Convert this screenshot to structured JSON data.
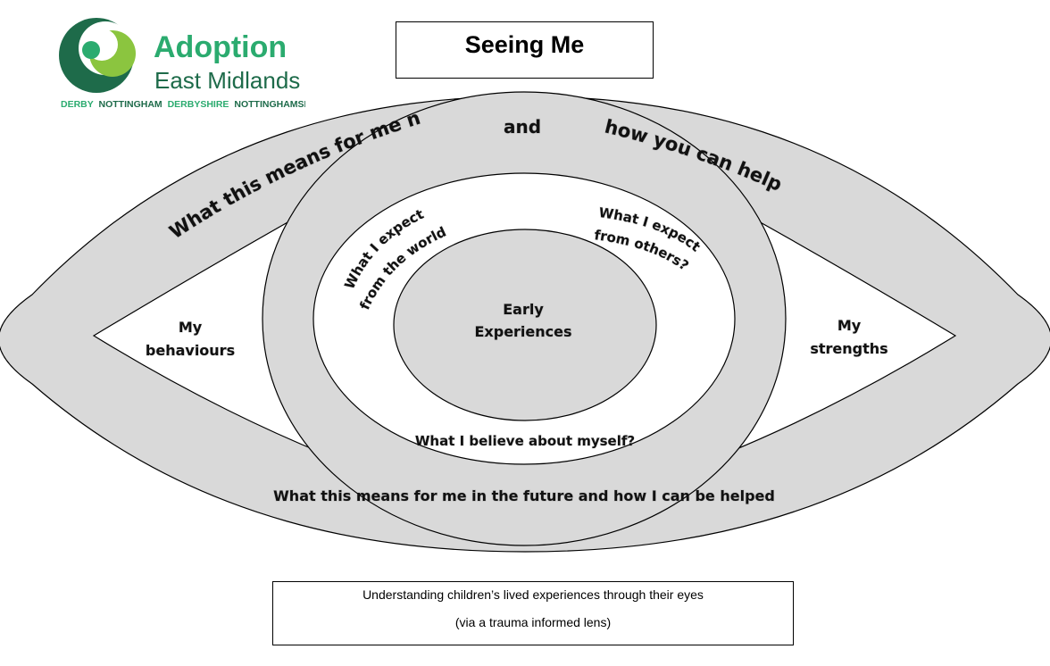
{
  "logo": {
    "name_line1": "Adoption",
    "name_line2": "East Midlands",
    "areas": [
      "DERBY",
      "NOTTINGHAM",
      "DERBYSHIRE",
      "NOTTINGHAMSHIRE"
    ],
    "colors": {
      "dark_green": "#1e6b4a",
      "light_green": "#8bc53f",
      "brand_green": "#2bab6f"
    }
  },
  "title": "Seeing Me",
  "eye_labels": {
    "top_left": "What this means for me now",
    "top_center": "and",
    "top_right": "how you can help me",
    "left_corner": {
      "line1": "My",
      "line2": "behaviours"
    },
    "right_corner": {
      "line1": "My",
      "line2": "strengths"
    },
    "ring_world": {
      "line1": "What I expect",
      "line2": "from the world?"
    },
    "ring_others": {
      "line1": "What I expect",
      "line2": "from others?"
    },
    "ring_bottom": "What I believe about myself?",
    "center": {
      "line1": "Early",
      "line2": "Experiences"
    },
    "bottom": "What this means for me in the future and how I can be helped"
  },
  "caption": {
    "line1": "Understanding children’s lived experiences through their eyes",
    "line2": "(via a trauma informed lens)"
  },
  "colors": {
    "shape_fill": "#d9d9d9",
    "stroke": "#000000",
    "background": "#ffffff"
  }
}
